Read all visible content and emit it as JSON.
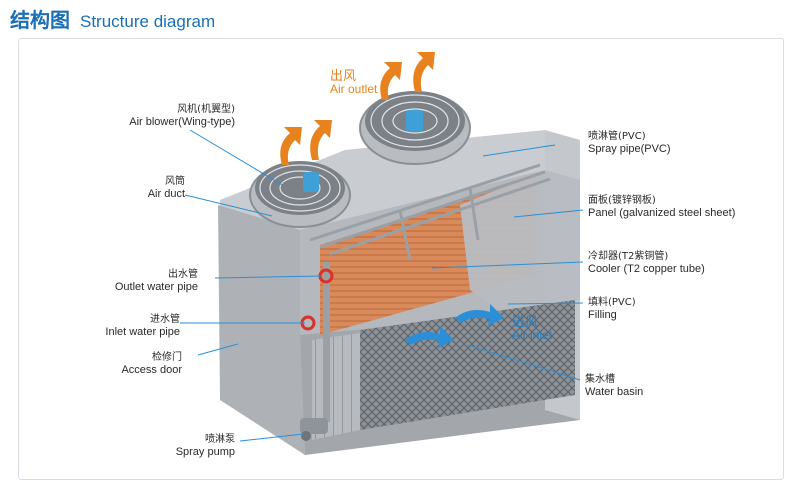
{
  "title": {
    "zh": "结构图",
    "en": "Structure diagram"
  },
  "labels": {
    "air_outlet": {
      "zh": "出风",
      "en": "Air outlet"
    },
    "air_blower": {
      "zh": "风机(机翼型)",
      "en": "Air blower(Wing-type)"
    },
    "air_duct": {
      "zh": "风筒",
      "en": "Air duct"
    },
    "outlet_water_pipe": {
      "zh": "出水管",
      "en": "Outlet water pipe"
    },
    "inlet_water_pipe": {
      "zh": "进水管",
      "en": "Inlet water pipe"
    },
    "access_door": {
      "zh": "检修门",
      "en": "Access door"
    },
    "spray_pump": {
      "zh": "喷淋泵",
      "en": "Spray pump"
    },
    "spray_pipe": {
      "zh": "喷淋管(PVC)",
      "en": "Spray pipe(PVC)"
    },
    "panel": {
      "zh": "面板(镀锌钢板)",
      "en": "Panel (galvanized steel sheet)"
    },
    "cooler": {
      "zh": "冷却器(T2紫铜管)",
      "en": "Cooler (T2 copper tube)"
    },
    "filling": {
      "zh": "填料(PVC)",
      "en": "Filling"
    },
    "air_inlet": {
      "zh": "进风",
      "en": "Air inlet"
    },
    "water_basin": {
      "zh": "集水槽",
      "en": "Water basin"
    }
  },
  "colors": {
    "accent": "#1a6fb5",
    "leader": "#2a8fd6",
    "airflow": "#e8821e",
    "copper": "#d98a5a",
    "steel": "#9ea2a8"
  }
}
